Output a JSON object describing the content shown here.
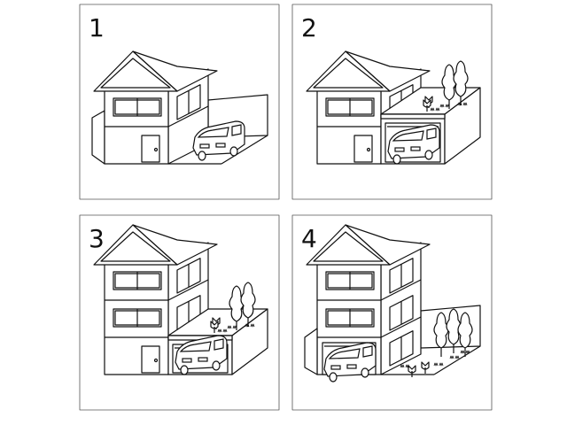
{
  "panels": [
    {
      "label": "1",
      "floors": 2,
      "garage": "none",
      "car": "driveway",
      "garden": "none"
    },
    {
      "label": "2",
      "floors": 2,
      "garage": "side",
      "car": "side-garage",
      "garden": "garage-roof"
    },
    {
      "label": "3",
      "floors": 3,
      "garage": "side",
      "car": "side-garage",
      "garden": "garage-roof"
    },
    {
      "label": "4",
      "floors": 3,
      "garage": "built-in",
      "car": "built-in-garage",
      "garden": "yard"
    }
  ],
  "colors": {
    "line": "#111111",
    "background": "#ffffff",
    "frame": "#555555"
  }
}
